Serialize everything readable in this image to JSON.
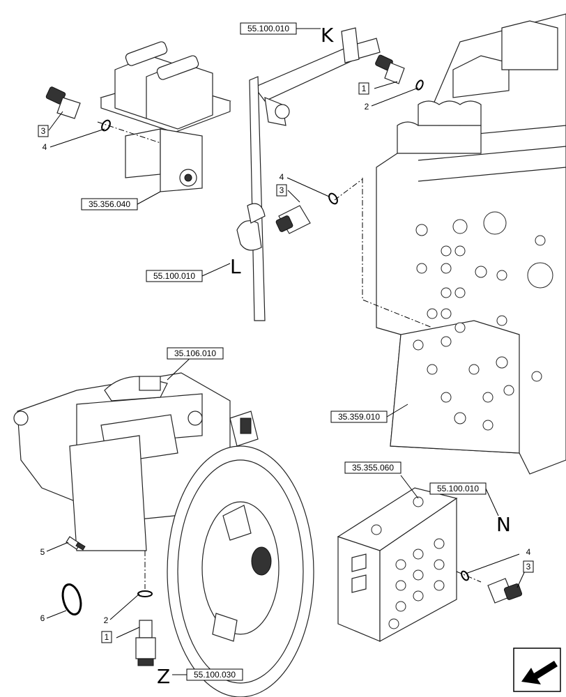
{
  "references": {
    "ref_top": "55.100.010",
    "ref_left_upper": "35.356.040",
    "ref_left_mid": "55.100.010",
    "ref_pump": "35.106.010",
    "ref_block": "35.359.010",
    "ref_small_block": "35.355.060",
    "ref_right": "55.100.010",
    "ref_bottom": "55.100.030"
  },
  "letters": {
    "k": "K",
    "l": "L",
    "n": "N",
    "z": "Z"
  },
  "callouts": {
    "c1_top": "1",
    "c2_top": "2",
    "c3_left": "3",
    "c4_left": "4",
    "c4_mid": "4",
    "c3_mid": "3",
    "c5": "5",
    "c6": "6",
    "c2_bottom": "2",
    "c1_bottom": "1",
    "c4_right": "4",
    "c3_right": "3"
  },
  "icons": {
    "nav": "arrow-down-left-icon"
  }
}
